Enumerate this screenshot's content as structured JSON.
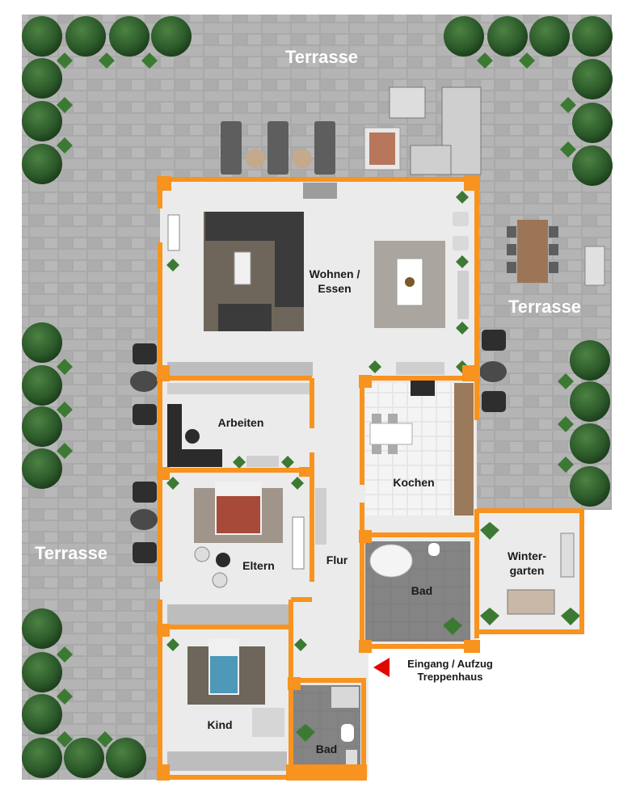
{
  "labels": {
    "terrasse_top": "Terrasse",
    "terrasse_right": "Terrasse",
    "terrasse_left": "Terrasse",
    "wohnen_line1": "Wohnen /",
    "wohnen_line2": "Essen",
    "arbeiten": "Arbeiten",
    "kochen": "Kochen",
    "eltern": "Eltern",
    "flur": "Flur",
    "bad_main": "Bad",
    "winter_line1": "Winter-",
    "winter_line2": "garten",
    "kind": "Kind",
    "bad_small": "Bad",
    "eingang_line1": "Eingang / Aufzug",
    "eingang_line2": "Treppenhaus"
  },
  "colors": {
    "wall": "#f7931e",
    "floor": "#ebebeb",
    "paving": "#a9a9a9",
    "bath_tile": "#7d7d7d",
    "kitchen_tile": "#f2f2f2",
    "hedge": "#2f5e2c",
    "arrow": "#e10600"
  }
}
